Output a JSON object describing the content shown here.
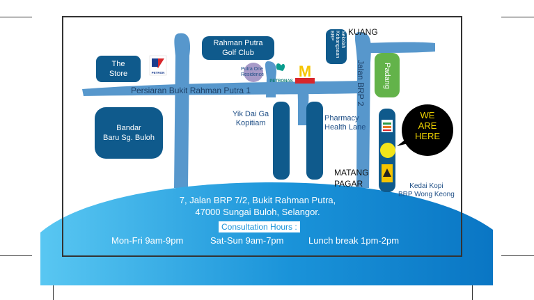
{
  "map": {
    "places": {
      "the_store": "The\nStore",
      "petron": "PETRON",
      "golf_club": "Rahman Putra\nGolf Club",
      "putra_one": "Putra One\nResidence",
      "petronas": "PETRONAS",
      "mcdonalds": "McDonald's",
      "sekolah": "Sekolah\nKebangsaan\nBRP",
      "kuang": "KUANG",
      "padang": "Padang",
      "bandar": "Bandar\nBaru Sg. Buloh",
      "yik_dai_ga": "Yik Dai Ga\nKopitiam",
      "pharmacy": "Pharmacy\nHealth Lane",
      "matang_pagar": "MATANG\nPAGAR",
      "kedai_kopi": "Kedai Kopi\nBRP Wong Keong",
      "we_are_here": "WE\nARE\nHERE"
    },
    "roads": {
      "persiaran": "Persiaran Bukit Rahman Putra 1",
      "jalan_brp2": "Jalan BRP 2"
    }
  },
  "info": {
    "address_line1": "7, Jalan BRP 7/2, Bukit Rahman Putra,",
    "address_line2": "47000 Sungai Buloh, Selangor.",
    "consult_label": "Consultation Hours :",
    "hours": [
      "Mon-Fri 9am-9pm",
      "Sat-Sun 9am-7pm",
      "Lunch break 1pm-2pm"
    ]
  },
  "colors": {
    "road": "#3a86c4",
    "block": "#0f5a8c",
    "padang": "#63b34a",
    "panel": "#1a93d9",
    "marker": "#f2e41a",
    "here_bubble": "#000000",
    "here_text": "#f0d400"
  }
}
